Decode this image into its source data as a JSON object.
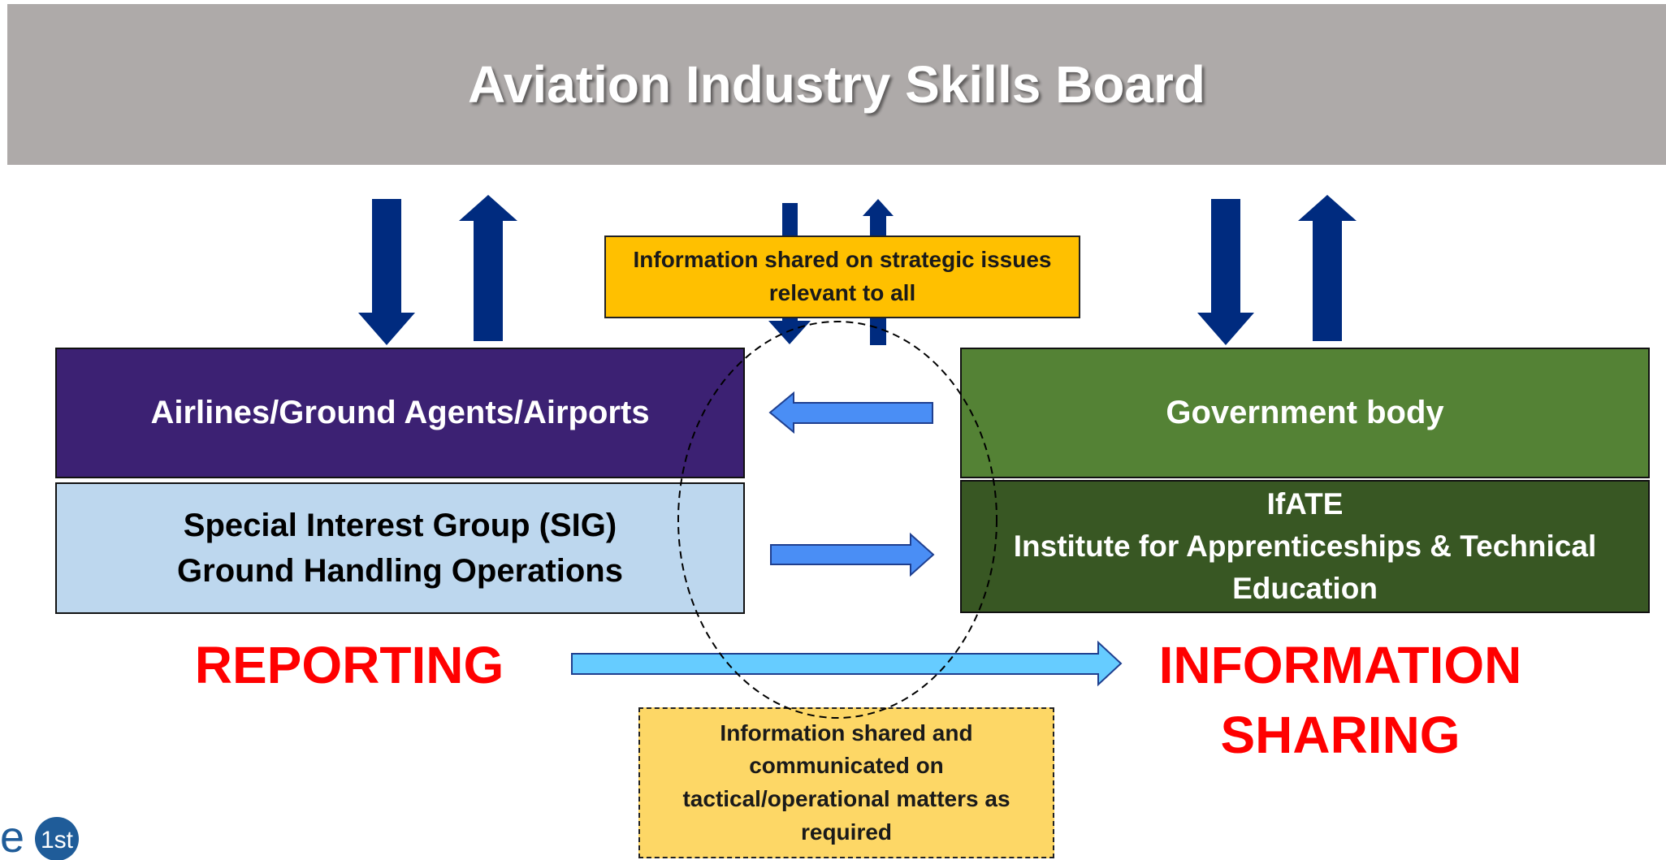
{
  "banner": {
    "title": "Aviation Industry Skills Board"
  },
  "boxes": {
    "airlines": "Airlines/Ground Agents/Airports",
    "sig_line1": "Special Interest Group (SIG)",
    "sig_line2": "Ground Handling Operations",
    "government": "Government body",
    "ifate_line1": "IfATE",
    "ifate_line2": "Institute for Apprenticeships & Technical",
    "ifate_line3": "Education"
  },
  "callouts": {
    "strategic_line1": "Information shared  on strategic issues",
    "strategic_line2": "relevant to all",
    "tactical_line1": "Information shared and",
    "tactical_line2": "communicated  on",
    "tactical_line3": "tactical/operational matters as",
    "tactical_line4": "required"
  },
  "labels": {
    "reporting": "REPORTING",
    "info_line1": "INFORMATION",
    "info_line2": "SHARING"
  },
  "logo": {
    "letter": "e",
    "badge": "1st"
  },
  "colors": {
    "banner": "#aeaaa9",
    "airlines": "#3c2173",
    "sig": "#bdd7ee",
    "government": "#548235",
    "ifate": "#385723",
    "strategic_callout": "#ffc000",
    "tactical_callout": "#fdd766",
    "dark_arrow": "#002b7f",
    "blue_arrow": "#4a8ef5",
    "light_arrow": "#66ccff",
    "label_red": "#ff0000",
    "logo": "#1f5c99"
  }
}
